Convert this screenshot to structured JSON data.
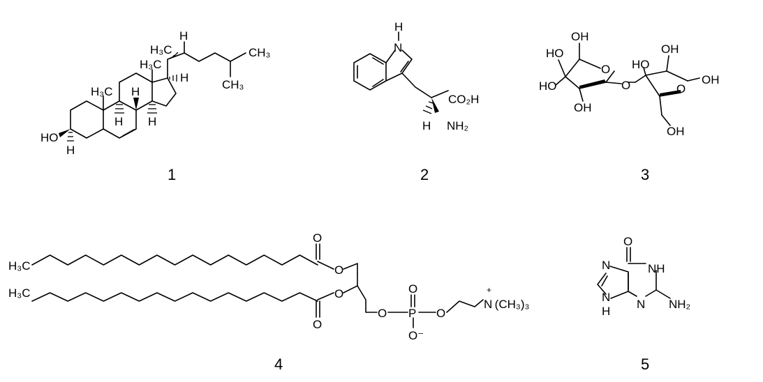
{
  "structures": [
    {
      "number": "1",
      "atom_labels": {
        "h3c_side": "H₃C",
        "ch3_top": "CH₃",
        "ch3_end": "CH₃",
        "h_c20": "H",
        "h3c_c18": "H₃C",
        "h_c17": "H",
        "h3c_c19": "H₃C",
        "h_c9": "H",
        "h_c8": "H",
        "h_c14": "H",
        "ho": "HO",
        "h_c3": "H"
      }
    },
    {
      "number": "2",
      "atom_labels": {
        "nh_h": "H",
        "nh_n": "N",
        "co2h": "CO₂H",
        "h_alpha": "H",
        "nh2": "NH₂"
      }
    },
    {
      "number": "3",
      "atom_labels": {
        "oh_g6": "OH",
        "ho_g4": "HO",
        "o_ring_gal": "O",
        "ho_g3": "HO",
        "oh_g2": "OH",
        "o_link": "O",
        "ho_q3": "HO",
        "oh_q2": "OH",
        "o_ring_glc": "O",
        "oh_q1": "OH",
        "oh_q6": "OH"
      }
    },
    {
      "number": "4",
      "atom_labels": {
        "h3c_a": "H₃C",
        "h3c_b": "H₃C",
        "o_carbonyl_a": "O",
        "o_ester_a": "O",
        "o_ester_b": "O",
        "o_carbonyl_b": "O",
        "o_glyc": "O",
        "p": "P",
        "o_p_top": "O",
        "o_p_bottom": "O⁻",
        "o_p_right": "O",
        "n_plus": "+",
        "nme3": "N (CH₃)₃"
      }
    },
    {
      "number": "5",
      "atom_labels": {
        "o_carbonyl": "O",
        "n7": "N",
        "nh1": "NH",
        "n9": "N",
        "h9": "H",
        "n3": "N",
        "nh2": "NH₂"
      }
    }
  ]
}
